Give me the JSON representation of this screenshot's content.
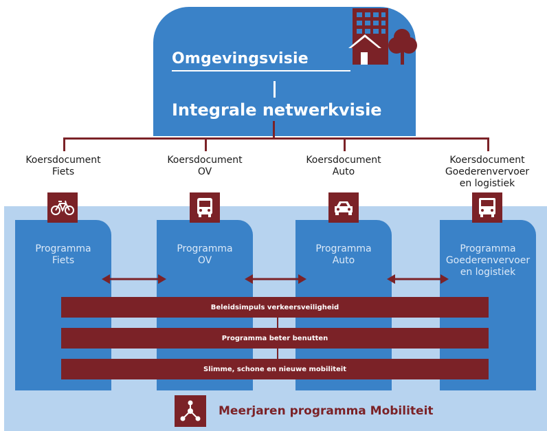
{
  "vision": {
    "title": "Omgevingsvisie",
    "subtitle": "Integrale netwerkvisie"
  },
  "koersdocumenten": [
    {
      "line1": "Koersdocument",
      "line2": "Fiets",
      "line3": ""
    },
    {
      "line1": "Koersdocument",
      "line2": "OV",
      "line3": ""
    },
    {
      "line1": "Koersdocument",
      "line2": "Auto",
      "line3": ""
    },
    {
      "line1": "Koersdocument",
      "line2": "Goederenvervoer",
      "line3": "en logistiek"
    }
  ],
  "programmas": [
    {
      "line1": "Programma",
      "line2": "Fiets",
      "line3": "",
      "icon": "bicycle-icon"
    },
    {
      "line1": "Programma",
      "line2": "OV",
      "line3": "",
      "icon": "bus-icon"
    },
    {
      "line1": "Programma",
      "line2": "Auto",
      "line3": "",
      "icon": "car-icon"
    },
    {
      "line1": "Programma",
      "line2": "Goederenvervoer",
      "line3": "en logistiek",
      "icon": "truck-icon"
    }
  ],
  "bars": [
    "Beleidsimpuls verkeersveiligheid",
    "Programma beter benutten",
    "Slimme, schone en nieuwe mobiliteit"
  ],
  "footer": {
    "title": "Meerjaren programma Mobiliteit",
    "icon": "network-icon"
  },
  "colors": {
    "primary_blue": "#3a82c8",
    "light_blue": "#b7d3ef",
    "maroon": "#7b2227"
  }
}
